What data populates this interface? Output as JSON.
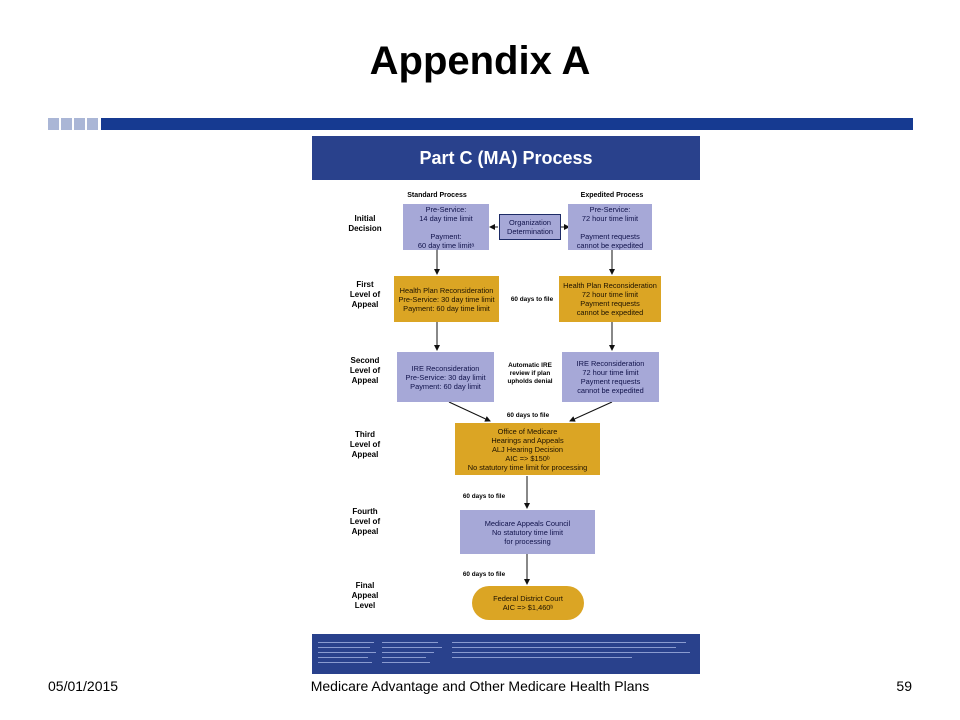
{
  "slide": {
    "title": "Appendix A",
    "footer_date": "05/01/2015",
    "footer_center": "Medicare Advantage and Other Medicare Health Plans",
    "footer_page": "59"
  },
  "figure": {
    "header": "Part C (MA) Process",
    "col_standard": "Standard Process",
    "col_expedited": "Expedited Process",
    "rows": {
      "initial": "Initial\nDecision",
      "first": "First\nLevel of\nAppeal",
      "second": "Second\nLevel of\nAppeal",
      "third": "Third\nLevel of\nAppeal",
      "fourth": "Fourth\nLevel of\nAppeal",
      "final": "Final\nAppeal\nLevel"
    },
    "boxes": {
      "std_initial": "Pre-Service:\n14 day time limit\n\nPayment:\n60 day time limitᵃ",
      "org_determination": "Organization\nDetermination",
      "exp_initial": "Pre-Service:\n72 hour time limit\n\nPayment requests\ncannot be expedited",
      "std_first": "Health Plan Reconsideration\nPre-Service: 30 day time limit\nPayment: 60 day time limit",
      "exp_first": "Health Plan Reconsideration\n72 hour time limit\nPayment requests\ncannot be expedited",
      "std_second": "IRE Reconsideration\nPre-Service: 30 day limit\nPayment: 60 day limit",
      "exp_second": "IRE Reconsideration\n72 hour time limit\nPayment requests\ncannot be expedited",
      "third": "Office of Medicare\nHearings and Appeals\nALJ Hearing Decision\nAIC => $150ᵇ\nNo statutory time limit for processing",
      "fourth": "Medicare Appeals Council\nNo statutory time limit\nfor processing",
      "final": "Federal District Court\nAIC => $1,460ᵇ"
    },
    "notes": {
      "first_file": "60 days to file",
      "auto_ire": "Automatic IRE\nreview if plan\nupholds denial",
      "third_file": "60 days to file",
      "fourth_file": "60 days to file",
      "final_file": "60 days to file"
    }
  }
}
